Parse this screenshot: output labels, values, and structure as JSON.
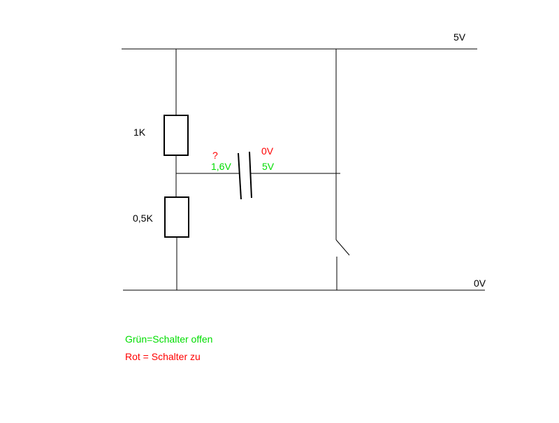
{
  "circuit": {
    "supply_label": "5V",
    "ground_label": "0V",
    "resistor_top_label": "1K",
    "resistor_bottom_label": "0,5K",
    "left_node": {
      "closed_value": "?",
      "open_value": "1,6V"
    },
    "right_node": {
      "closed_value": "0V",
      "open_value": "5V"
    }
  },
  "legend": {
    "open_text": "Grün=Schalter offen",
    "closed_text": "Rot = Schalter zu"
  },
  "colors": {
    "open": "#00dd00",
    "closed": "#ff0000",
    "wire": "#000000"
  }
}
